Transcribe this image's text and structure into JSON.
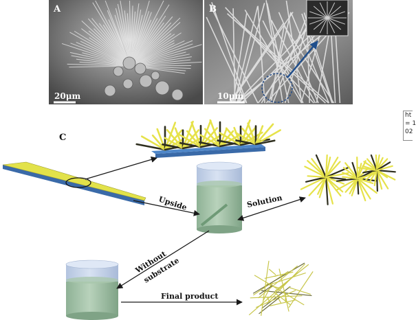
{
  "panels": {
    "a": {
      "letter": "A",
      "scale_label": "20μm"
    },
    "b": {
      "letter": "B",
      "scale_label": "10μm"
    },
    "c": {
      "letter": "C"
    }
  },
  "process": {
    "upside": "Upside",
    "solution": "Solution",
    "without_substrate_line1": "Without",
    "without_substrate_line2": "substrate",
    "final_product": "Final product"
  },
  "clipped_note": {
    "line1": "ht",
    "line2": "= 1",
    "line3": "02"
  },
  "colors": {
    "nanowire": "#e6e24a",
    "nanowire_dark": "#2e2e1e",
    "substrate_top": "#e5e64a",
    "substrate_edge": "#3a6aa8",
    "beaker_liquid": "#a9c7ad",
    "beaker_headspace": "#c5d4ea"
  }
}
